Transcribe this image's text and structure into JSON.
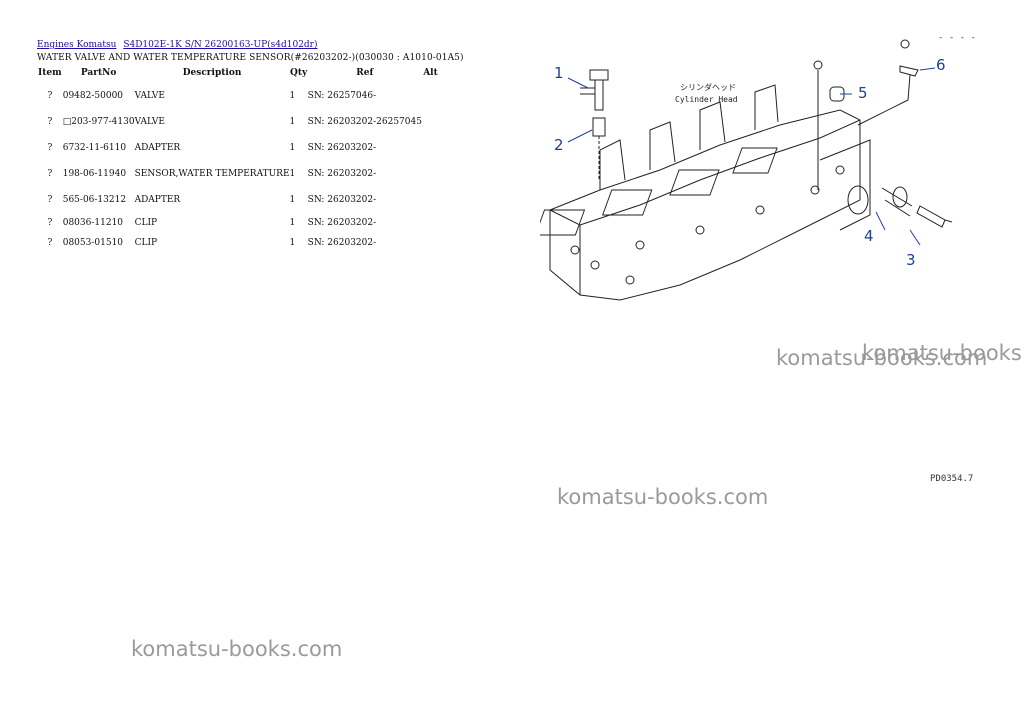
{
  "breadcrumb": {
    "link1": "Engines Komatsu",
    "link2": "S4D102E-1K S/N 26200163-UP(s4d102dr)"
  },
  "section_title": "WATER VALVE AND WATER TEMPERATURE SENSOR(#26203202-)(030030 : A1010-01A5)",
  "table": {
    "headers": {
      "item": "Item",
      "partno": "PartNo",
      "description": "Description",
      "qty": "Qty",
      "ref": "Ref",
      "alt": "Alt"
    },
    "rows": [
      {
        "item": "?",
        "partno": "09482-50000",
        "description": "VALVE",
        "qty": "1",
        "ref": "SN: 26257046-",
        "alt": ""
      },
      {
        "item": "?",
        "partno": "□203-977-4130",
        "description": "VALVE",
        "qty": "1",
        "ref": "SN: 26203202-26257045",
        "alt": ""
      },
      {
        "item": "?",
        "partno": "6732-11-6110",
        "description": "ADAPTER",
        "qty": "1",
        "ref": "SN: 26203202-",
        "alt": ""
      },
      {
        "item": "?",
        "partno": "198-06-11940",
        "description": "SENSOR,WATER TEMPERATURE",
        "qty": "1",
        "ref": "SN: 26203202-",
        "alt": ""
      },
      {
        "item": "?",
        "partno": "565-06-13212",
        "description": "ADAPTER",
        "qty": "1",
        "ref": "SN: 26203202-",
        "alt": ""
      },
      {
        "item": "?",
        "partno": "08036-11210",
        "description": "CLIP",
        "qty": "1",
        "ref": "SN: 26203202-",
        "alt": ""
      },
      {
        "item": "?",
        "partno": "08053-01510",
        "description": "CLIP",
        "qty": "1",
        "ref": "SN: 26203202-",
        "alt": ""
      }
    ]
  },
  "diagram": {
    "callouts": [
      "1",
      "2",
      "3",
      "4",
      "5",
      "6"
    ],
    "label_jp": "シリンダヘッド",
    "label_en": "Cylinder Head",
    "callout_color": "#1f3f9a"
  },
  "drawing_code": "PD0354.7",
  "corner_marks": "- - - -",
  "watermarks": [
    "komatsu-books.com",
    "komatsu-books",
    "komatsu-books.com",
    "komatsu-books.com"
  ]
}
